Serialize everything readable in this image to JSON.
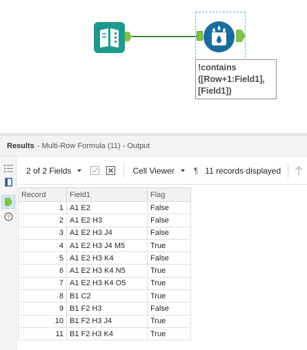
{
  "canvas": {
    "annotation_text": "!contains\n([Row+1:Field1],\n[Field1])",
    "tools": [
      {
        "name": "input-data",
        "icon": "book-icon",
        "color": "#1d9a8c"
      },
      {
        "name": "multi-row-formula",
        "icon": "multi-row-formula-icon",
        "color": "#1b6c9e"
      }
    ],
    "connector_color": "#3d8b3d",
    "anchor_color": "#7ec248"
  },
  "results": {
    "title": "Results",
    "subtitle": "- Multi-Row Formula (11) - Output"
  },
  "toolbar": {
    "fields_label": "2 of 2 Fields",
    "viewer_label": "Cell Viewer",
    "pilcrow": "¶",
    "records_label": "11 records displayed"
  },
  "table": {
    "columns": [
      "Record",
      "Field1",
      "Flag"
    ],
    "rows": [
      [
        "1",
        "A1 E2",
        "False"
      ],
      [
        "2",
        "A1 E2 H3",
        "False"
      ],
      [
        "3",
        "A1 E2 H3 J4",
        "False"
      ],
      [
        "4",
        "A1 E2 H3 J4 M5",
        "True"
      ],
      [
        "5",
        "A1 E2 H3 K4",
        "False"
      ],
      [
        "6",
        "A1 E2 H3 K4 N5",
        "True"
      ],
      [
        "7",
        "A1 E2 H3 K4 O5",
        "True"
      ],
      [
        "8",
        "B1 C2",
        "True"
      ],
      [
        "9",
        "B1 F2 H3",
        "False"
      ],
      [
        "10",
        "B1 F2 H3 J4",
        "True"
      ],
      [
        "11",
        "B1 F2 H3 K4",
        "True"
      ]
    ]
  }
}
